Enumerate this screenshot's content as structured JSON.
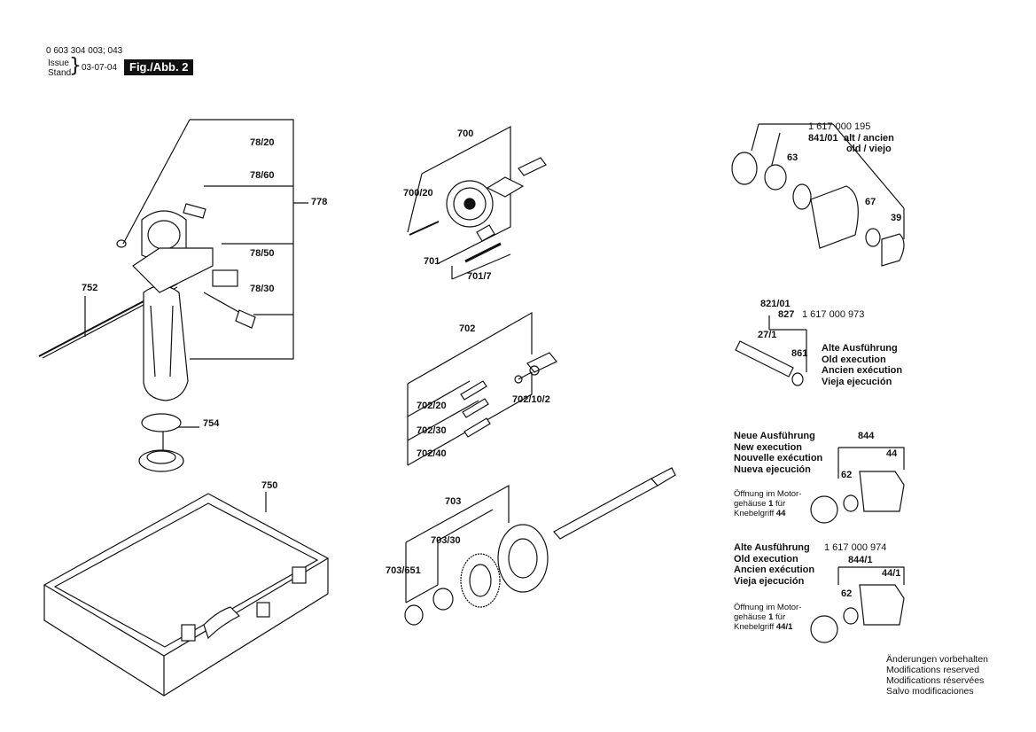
{
  "header": {
    "doc_number": "0 603 304 003; 043",
    "issue": "Issue",
    "stand": "Stand",
    "date": "03-07-04",
    "figure": "Fig./Abb. 2"
  },
  "parts": {
    "p78_20": "78/20",
    "p78_60": "78/60",
    "p778": "778",
    "p78_50": "78/50",
    "p78_30": "78/30",
    "p752": "752",
    "p754": "754",
    "p750": "750",
    "p700": "700",
    "p700_20": "700/20",
    "p701": "701",
    "p701_7": "701/7",
    "p702": "702",
    "p702_20": "702/20",
    "p702_30": "702/30",
    "p702_40": "702/40",
    "p702_10_2": "702/10/2",
    "p703": "703",
    "p703_30": "703/30",
    "p703_651": "703/651",
    "p841_01": "841/01",
    "p63": "63",
    "p67": "67",
    "p39": "39",
    "p821_01": "821/01",
    "p827": "827",
    "p27_1": "27/1",
    "p861": "861",
    "p844": "844",
    "p44": "44",
    "p62a": "62",
    "p844_1": "844/1",
    "p44_1": "44/1",
    "p62b": "62"
  },
  "part_numbers": {
    "pn_195": "1 617 000 195",
    "alt_ancien": "alt / ancien",
    "old_viejo": "old / viejo",
    "pn_973": "1 617 000 973",
    "pn_974": "1 617 000 974"
  },
  "notes": {
    "old_execution": [
      "Alte Ausführung",
      "Old execution",
      "Ancien exécution",
      "Vieja ejecución"
    ],
    "new_execution": [
      "Neue Ausführung",
      "New execution",
      "Nouvelle exécution",
      "Nueva ejecución"
    ],
    "old_execution_2": [
      "Alte Ausführung",
      "Old execution",
      "Ancien exécution",
      "Vieja ejecución"
    ],
    "opening_44": [
      "Öffnung im Motor-",
      "gehäuse",
      "1",
      "für",
      "Knebelgriff",
      "44"
    ],
    "opening_44_1": [
      "Öffnung im Motor-",
      "gehäuse",
      "1",
      "für",
      "Knebelgriff",
      "44/1"
    ]
  },
  "footer": [
    "Änderungen vorbehalten",
    "Modifications reserved",
    "Modifications réservées",
    "Salvo modificaciones"
  ]
}
